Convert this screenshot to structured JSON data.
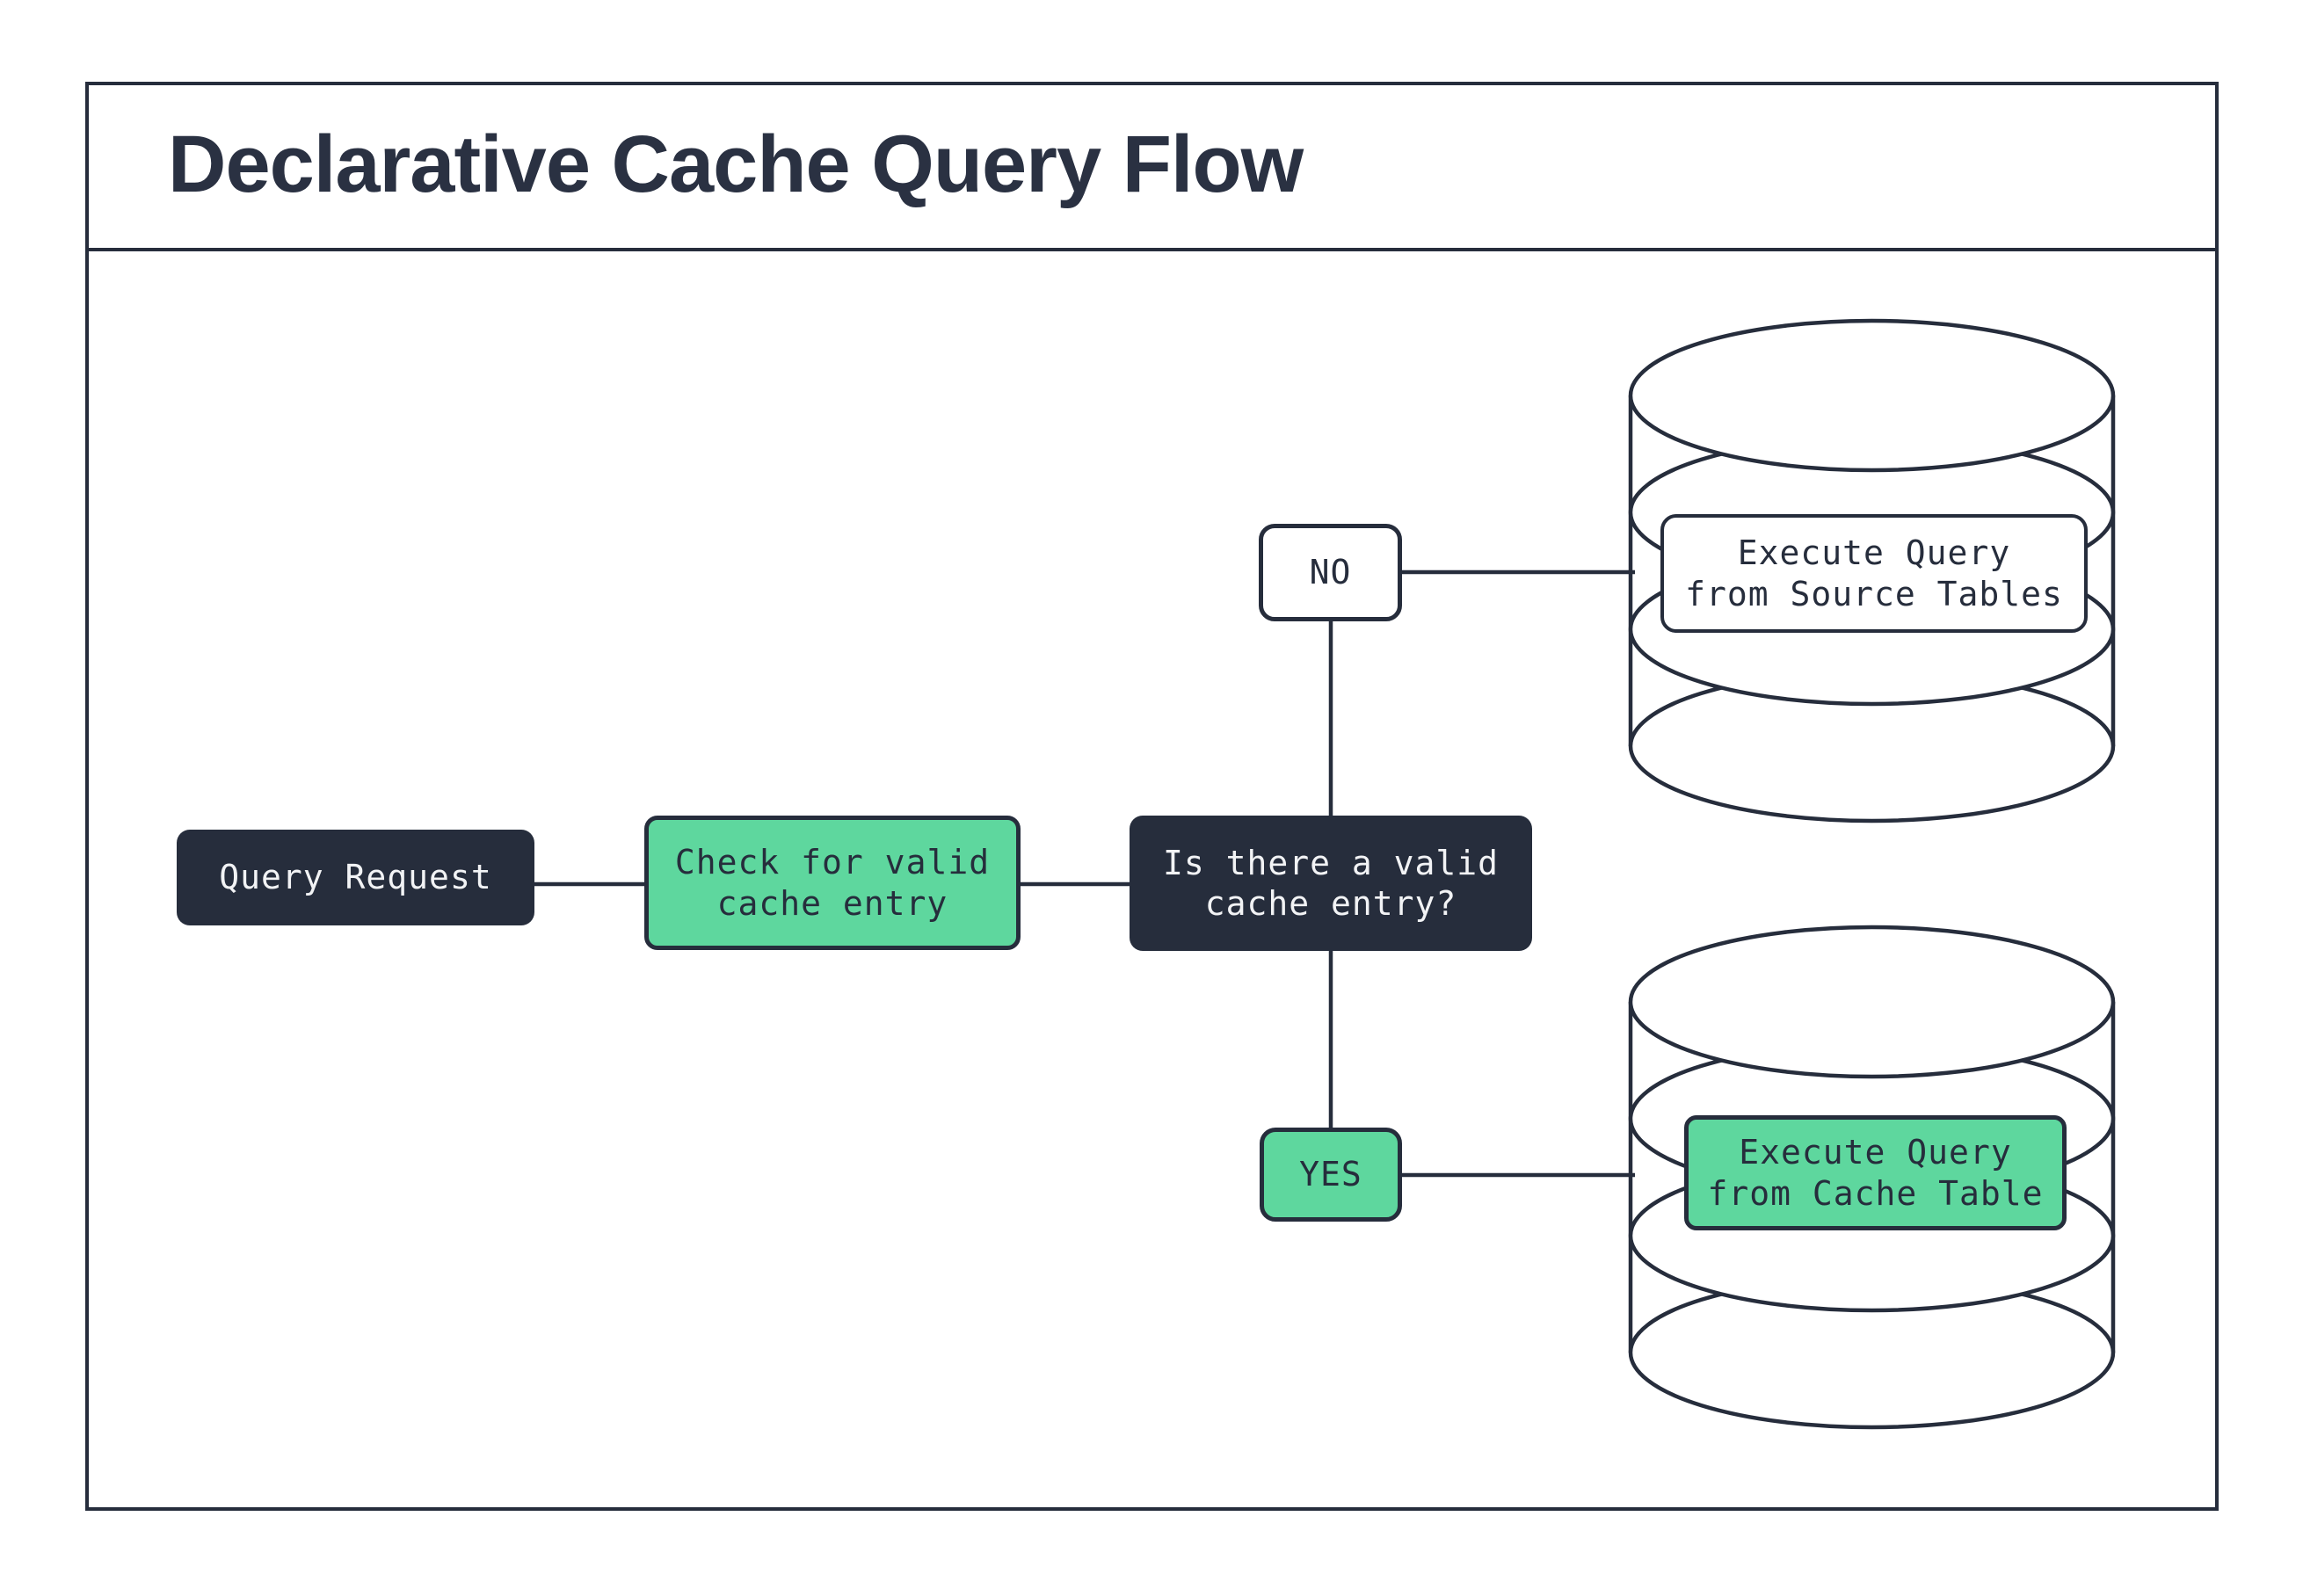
{
  "header": {
    "title": "Declarative Cache Query Flow"
  },
  "nodes": {
    "query_request": {
      "label": "Query Request"
    },
    "check_cache": {
      "label": "Check for valid\ncache entry"
    },
    "cache_question": {
      "label": "Is there a valid\ncache entry?"
    },
    "no_branch": {
      "label": "NO"
    },
    "yes_branch": {
      "label": "YES"
    },
    "execute_source": {
      "label": "Execute Query\nfrom Source Tables"
    },
    "execute_cache": {
      "label": "Execute Query\nfrom Cache Table"
    }
  },
  "icons": {
    "source_database": "database-cylinder-icon",
    "cache_database": "database-cylinder-icon"
  },
  "colors": {
    "ink": "#262d3c",
    "accent_green": "#5ed79e",
    "paper": "#ffffff",
    "light_text": "#f2f3f5"
  }
}
